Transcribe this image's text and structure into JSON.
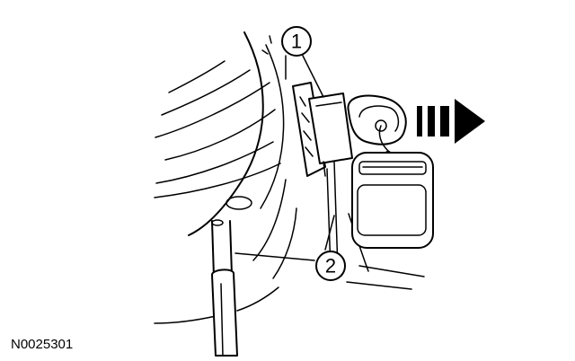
{
  "figure_id": "N0025301",
  "callouts": [
    {
      "label": "1"
    },
    {
      "label": "2"
    }
  ],
  "colors": {
    "ink": "#000000",
    "paper": "#ffffff"
  },
  "icons": {
    "direction_arrow": "dashed-right-arrow-icon"
  }
}
